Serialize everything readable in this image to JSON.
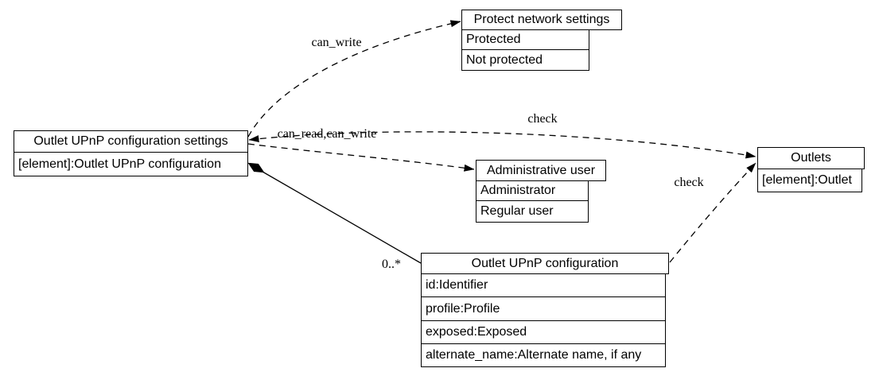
{
  "diagram": {
    "background_color": "#ffffff",
    "line_color": "#000000",
    "nodes": {
      "settings": {
        "title": "Outlet UPnP configuration settings",
        "rows": [
          "[element]:Outlet UPnP configuration"
        ]
      },
      "protect_network_settings": {
        "title": "Protect network settings",
        "rows": [
          "Protected",
          "Not protected"
        ]
      },
      "administrative_user": {
        "title": "Administrative user",
        "rows": [
          "Administrator",
          "Regular user"
        ]
      },
      "outlets": {
        "title": "Outlets",
        "rows": [
          "[element]:Outlet"
        ]
      },
      "outlet_upnp_configuration": {
        "title": "Outlet UPnP configuration",
        "rows": [
          "id:Identifier",
          "profile:Profile",
          "exposed:Exposed",
          "alternate_name:Alternate name, if any"
        ]
      }
    },
    "edges": {
      "can_write": {
        "label": "can_write"
      },
      "can_read_can_write": {
        "label": "can_read,can_write"
      },
      "check_settings_outlets": {
        "label": "check"
      },
      "check_config_outlets": {
        "label": "check"
      },
      "composition": {
        "multiplicity": "0..*"
      }
    }
  }
}
